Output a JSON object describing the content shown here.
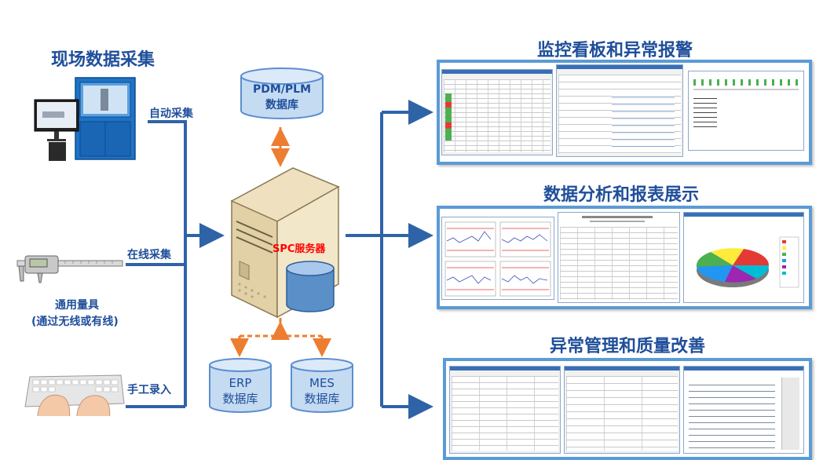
{
  "sources": {
    "title": "现场数据采集",
    "auto_label": "自动采集",
    "online_label": "在线采集",
    "manual_label": "手工录入",
    "gauge_caption_line1": "通用量具",
    "gauge_caption_line2": "(通过无线或有线)"
  },
  "server": {
    "label": "SPC服务器",
    "pdm_line1": "PDM/PLM",
    "pdm_line2": "数据库",
    "erp_line1": "ERP",
    "erp_line2": "数据库",
    "mes_line1": "MES",
    "mes_line2": "数据库"
  },
  "outputs": {
    "monitor_title": "监控看板和异常报警",
    "analysis_title": "数据分析和报表展示",
    "improvement_title": "异常管理和质量改善"
  },
  "colors": {
    "title_blue": "#1f4e9a",
    "arrow_blue": "#2f63a8",
    "dashed_orange": "#ed7d31",
    "server_label_red": "#ff0000"
  }
}
